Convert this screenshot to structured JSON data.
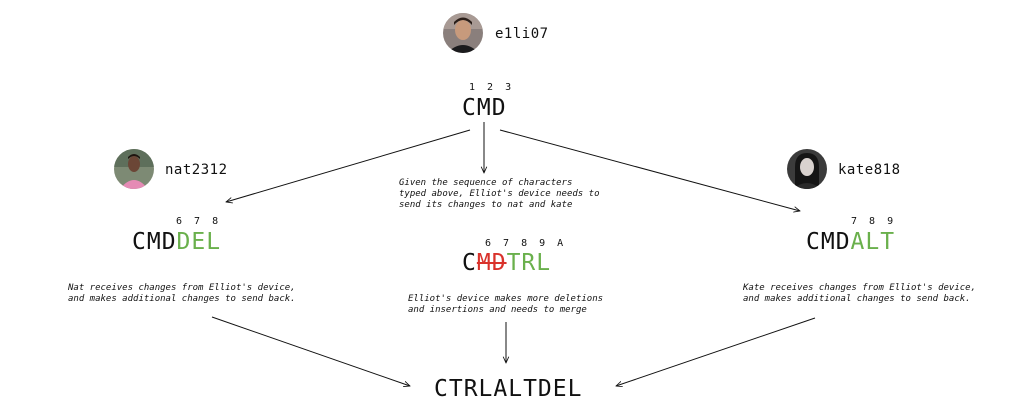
{
  "users": {
    "elliot": {
      "name": "e1li07",
      "avatar_icon": "person-photo-icon"
    },
    "nat": {
      "name": "nat2312",
      "avatar_icon": "person-photo-icon"
    },
    "kate": {
      "name": "kate818",
      "avatar_icon": "person-photo-icon"
    }
  },
  "top": {
    "indices": "1 2 3",
    "text": "CMD",
    "note": "Given the sequence of characters\ntyped above, Elliot's device needs to\nsend its changes to nat and kate"
  },
  "left": {
    "indices": "6 7 8",
    "base": "CMD",
    "added": "DEL",
    "note": "Nat receives changes from Elliot's device,\nand makes additional changes to send back."
  },
  "middle": {
    "indices": "6 7 8 9 A",
    "base": "C",
    "deleted": "MD",
    "added": "TRL",
    "note": "Elliot's device makes more deletions\nand insertions and needs to merge"
  },
  "right": {
    "indices": "7 8 9",
    "base": "CMD",
    "added": "ALT",
    "note": "Kate receives changes from Elliot's device,\nand makes additional changes to send back."
  },
  "result": {
    "text": "CTRLALTDEL"
  },
  "colors": {
    "added": "#6ab04c",
    "deleted": "#d9322b",
    "text": "#111111"
  }
}
